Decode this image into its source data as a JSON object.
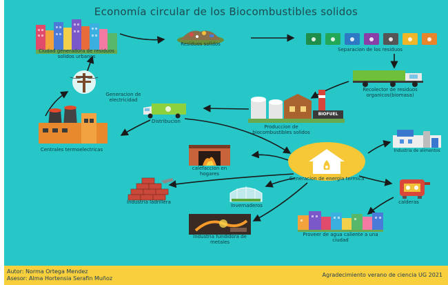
{
  "title": "Economía circular de los Biocombustibles solidos",
  "nodes": {
    "ciudad": "Ciudad generadora de residuos solidos urbanos",
    "residuos": "Residuos solidos",
    "separacion": "Separacion de los residuos",
    "recolector": "Recolector de residuos organicos(biomasa)",
    "produccion": "Produccion de biocombustibles solidos",
    "biofuel_sign": "BIOFUEL",
    "generacion_electricidad": "Generacion de electricidad",
    "distribucion": "Distribucion",
    "centrales": "Centrales termoelectricas",
    "calefaccion": "calefaccion en hogares",
    "energia_termica": "Generacion de energia termica",
    "industria_alimentos": "Industria de alimentos",
    "industria_ladrillera": "Industria ladrillera",
    "invernaderos": "Invernaderos",
    "calderas": "calderas",
    "fundidora": "Industria fundidora de metales",
    "agua_caliente": "Proveer de agua caliente a una ciudad"
  },
  "footer": {
    "autor": "Autor: Norma Ortega Mendez",
    "asesor": "Asesor: Alma Hortensia Serafin Muñoz",
    "agradecimiento": "Agradecimiento verano de ciencia UG 2021"
  },
  "colors": {
    "background": "#27c6c7",
    "footer": "#f8cf3d",
    "hub": "#f6c736",
    "arrow": "#1a1a1a",
    "bin_colors": [
      "#1e8e4a",
      "#23a857",
      "#2d79c4",
      "#8a3fa8",
      "#555555",
      "#f0b628",
      "#e8852a"
    ]
  },
  "icons": [
    "city-icon",
    "waste-pile-icon",
    "recycle-bins-icon",
    "garbage-truck-icon",
    "biofuel-plant-icon",
    "power-pole-icon",
    "distribution-truck-icon",
    "power-plant-icon",
    "fireplace-icon",
    "house-flame-icon",
    "food-factory-icon",
    "bricks-icon",
    "greenhouse-icon",
    "boiler-icon",
    "foundry-icon",
    "town-icon"
  ]
}
